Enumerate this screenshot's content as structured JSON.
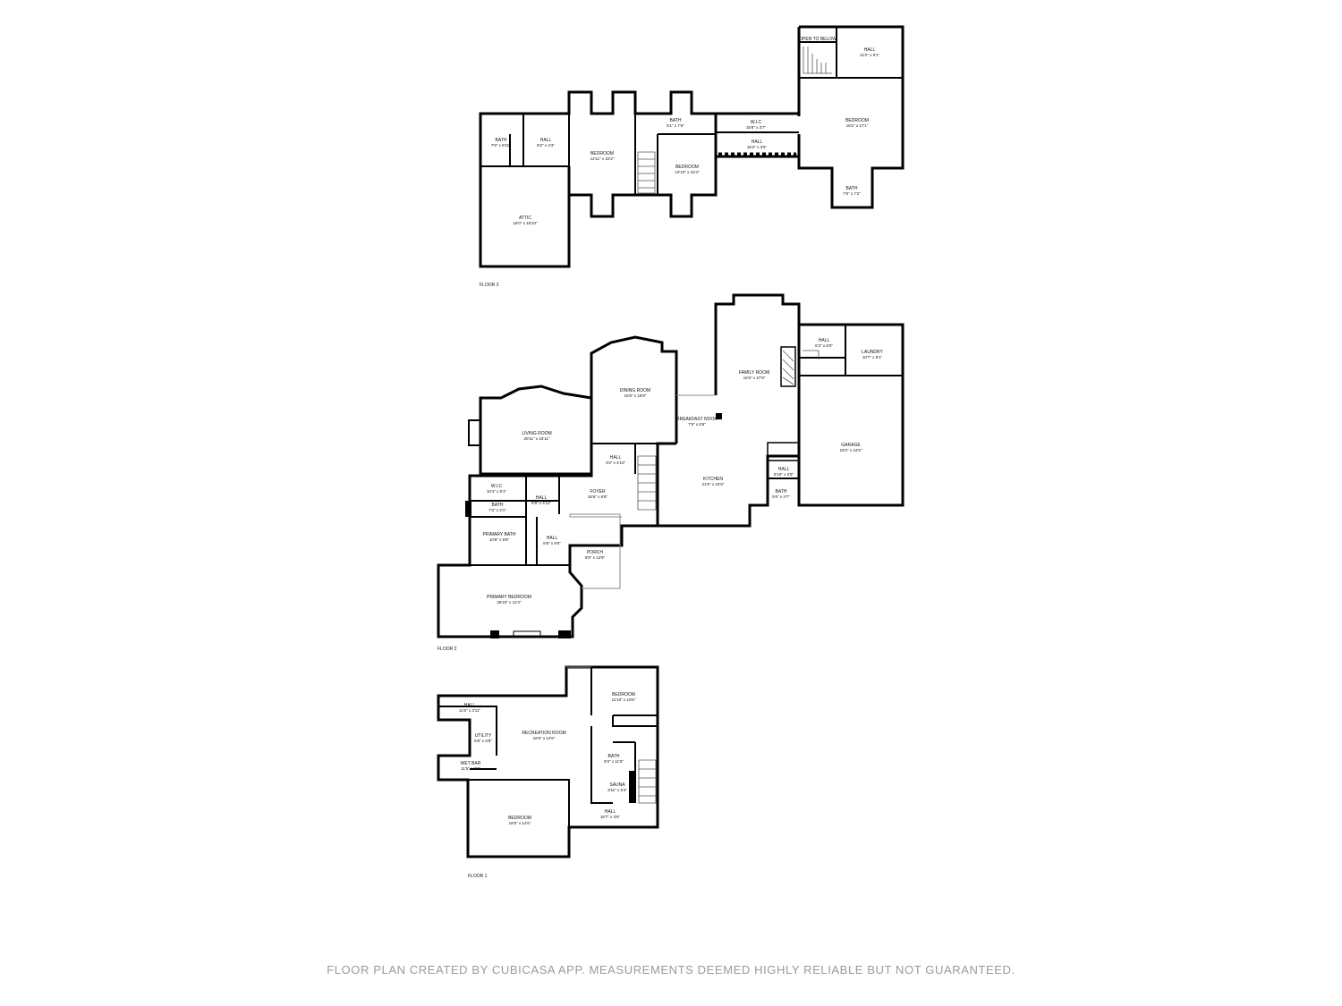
{
  "footer": "FLOOR PLAN CREATED BY CUBICASA APP. MEASUREMENTS DEEMED HIGHLY RELIABLE BUT NOT GUARANTEED.",
  "floors": [
    {
      "id": "floor3",
      "label": "FLOOR 3",
      "rooms": [
        {
          "id": "f3-open",
          "name": "OPEN TO BELOW",
          "dims": ""
        },
        {
          "id": "f3-hall-top",
          "name": "HALL",
          "dims": "12'2\" x 9'1\""
        },
        {
          "id": "f3-bedroom-east",
          "name": "BEDROOM",
          "dims": "18'2\" x 17'1\""
        },
        {
          "id": "f3-bath-east",
          "name": "BATH",
          "dims": "7'9\" x 7'2\""
        },
        {
          "id": "f3-wic",
          "name": "W.I.C",
          "dims": "15'8\" x 3'7\""
        },
        {
          "id": "f3-hall-mid",
          "name": "HALL",
          "dims": "16'2\" x 3'5\""
        },
        {
          "id": "f3-bath-mid",
          "name": "BATH",
          "dims": "6'1\" x 7'6\""
        },
        {
          "id": "f3-bedroom-mid",
          "name": "BEDROOM",
          "dims": "10'10\" x 15'4\""
        },
        {
          "id": "f3-bedroom-west",
          "name": "BEDROOM",
          "dims": "12'11\" x 22'2\""
        },
        {
          "id": "f3-hall-west",
          "name": "HALL",
          "dims": "8'2\" x 4'3\""
        },
        {
          "id": "f3-bath-west",
          "name": "BATH",
          "dims": "7'9\" x 8'10\""
        },
        {
          "id": "f3-attic",
          "name": "ATTIC",
          "dims": "16'0\" x 18'10\""
        }
      ]
    },
    {
      "id": "floor2",
      "label": "FLOOR 2",
      "rooms": [
        {
          "id": "f2-family",
          "name": "FAMILY ROOM",
          "dims": "15'6\" x 27'9\""
        },
        {
          "id": "f2-hall-ne",
          "name": "HALL",
          "dims": "6'3\" x 6'0\""
        },
        {
          "id": "f2-laundry",
          "name": "LAUNDRY",
          "dims": "10'7\" x 9'1\""
        },
        {
          "id": "f2-dining",
          "name": "DINING ROOM",
          "dims": "15'5\" x 18'9\""
        },
        {
          "id": "f2-nook",
          "name": "BREAKFAST NOOK",
          "dims": "7'9\" x 8'6\""
        },
        {
          "id": "f2-living",
          "name": "LIVING ROOM",
          "dims": "20'11\" x 15'11\""
        },
        {
          "id": "f2-garage",
          "name": "GARAGE",
          "dims": "19'2\" x 24'5\""
        },
        {
          "id": "f2-hall-c",
          "name": "HALL",
          "dims": "4'8\" x 4'10\""
        },
        {
          "id": "f2-kitchen",
          "name": "KITCHEN",
          "dims": "21'6\" x 15'9\""
        },
        {
          "id": "f2-hall-k",
          "name": "HALL",
          "dims": "5'10\" x 3'5\""
        },
        {
          "id": "f2-bath-k",
          "name": "BATH",
          "dims": "5'6\" x 4'7\""
        },
        {
          "id": "f2-wic",
          "name": "W.I.C",
          "dims": "10'4\" x 5'1\""
        },
        {
          "id": "f2-hall-w",
          "name": "HALL",
          "dims": "5'8\" x 4'11\""
        },
        {
          "id": "f2-foyer",
          "name": "FOYER",
          "dims": "18'6\" x 6'8\""
        },
        {
          "id": "f2-bath-w",
          "name": "BATH",
          "dims": "7'3\" x 2'1\""
        },
        {
          "id": "f2-primary-bath",
          "name": "PRIMARY BATH",
          "dims": "10'8\" x 9'6\""
        },
        {
          "id": "f2-hall-s",
          "name": "HALL",
          "dims": "5'8\" x 9'6\""
        },
        {
          "id": "f2-porch",
          "name": "PORCH",
          "dims": "8'9\" x 13'9\""
        },
        {
          "id": "f2-primary-bedroom",
          "name": "PRIMARY BEDROOM",
          "dims": "26'10\" x 12'4\""
        }
      ]
    },
    {
      "id": "floor1",
      "label": "FLOOR 1",
      "rooms": [
        {
          "id": "f1-bedroom-ne",
          "name": "BEDROOM",
          "dims": "11'10\" x 10'6\""
        },
        {
          "id": "f1-hall-nw",
          "name": "HALL",
          "dims": "11'5\" x 3'11\""
        },
        {
          "id": "f1-utility",
          "name": "UTILITY",
          "dims": "5'8\" x 6'8\""
        },
        {
          "id": "f1-recreation",
          "name": "RECREATION ROOM",
          "dims": "16'8\" x 14'6\""
        },
        {
          "id": "f1-bath",
          "name": "BATH",
          "dims": "8'3\" x 11'5\""
        },
        {
          "id": "f1-wetbar",
          "name": "WET BAR",
          "dims": "11'5\" x 3'4\""
        },
        {
          "id": "f1-sauna",
          "name": "SAUNA",
          "dims": "3'11\" x 5'4\""
        },
        {
          "id": "f1-hall-s",
          "name": "HALL",
          "dims": "16'7\" x 3'6\""
        },
        {
          "id": "f1-bedroom-sw",
          "name": "BEDROOM",
          "dims": "16'5\" x 14'6\""
        }
      ]
    }
  ]
}
